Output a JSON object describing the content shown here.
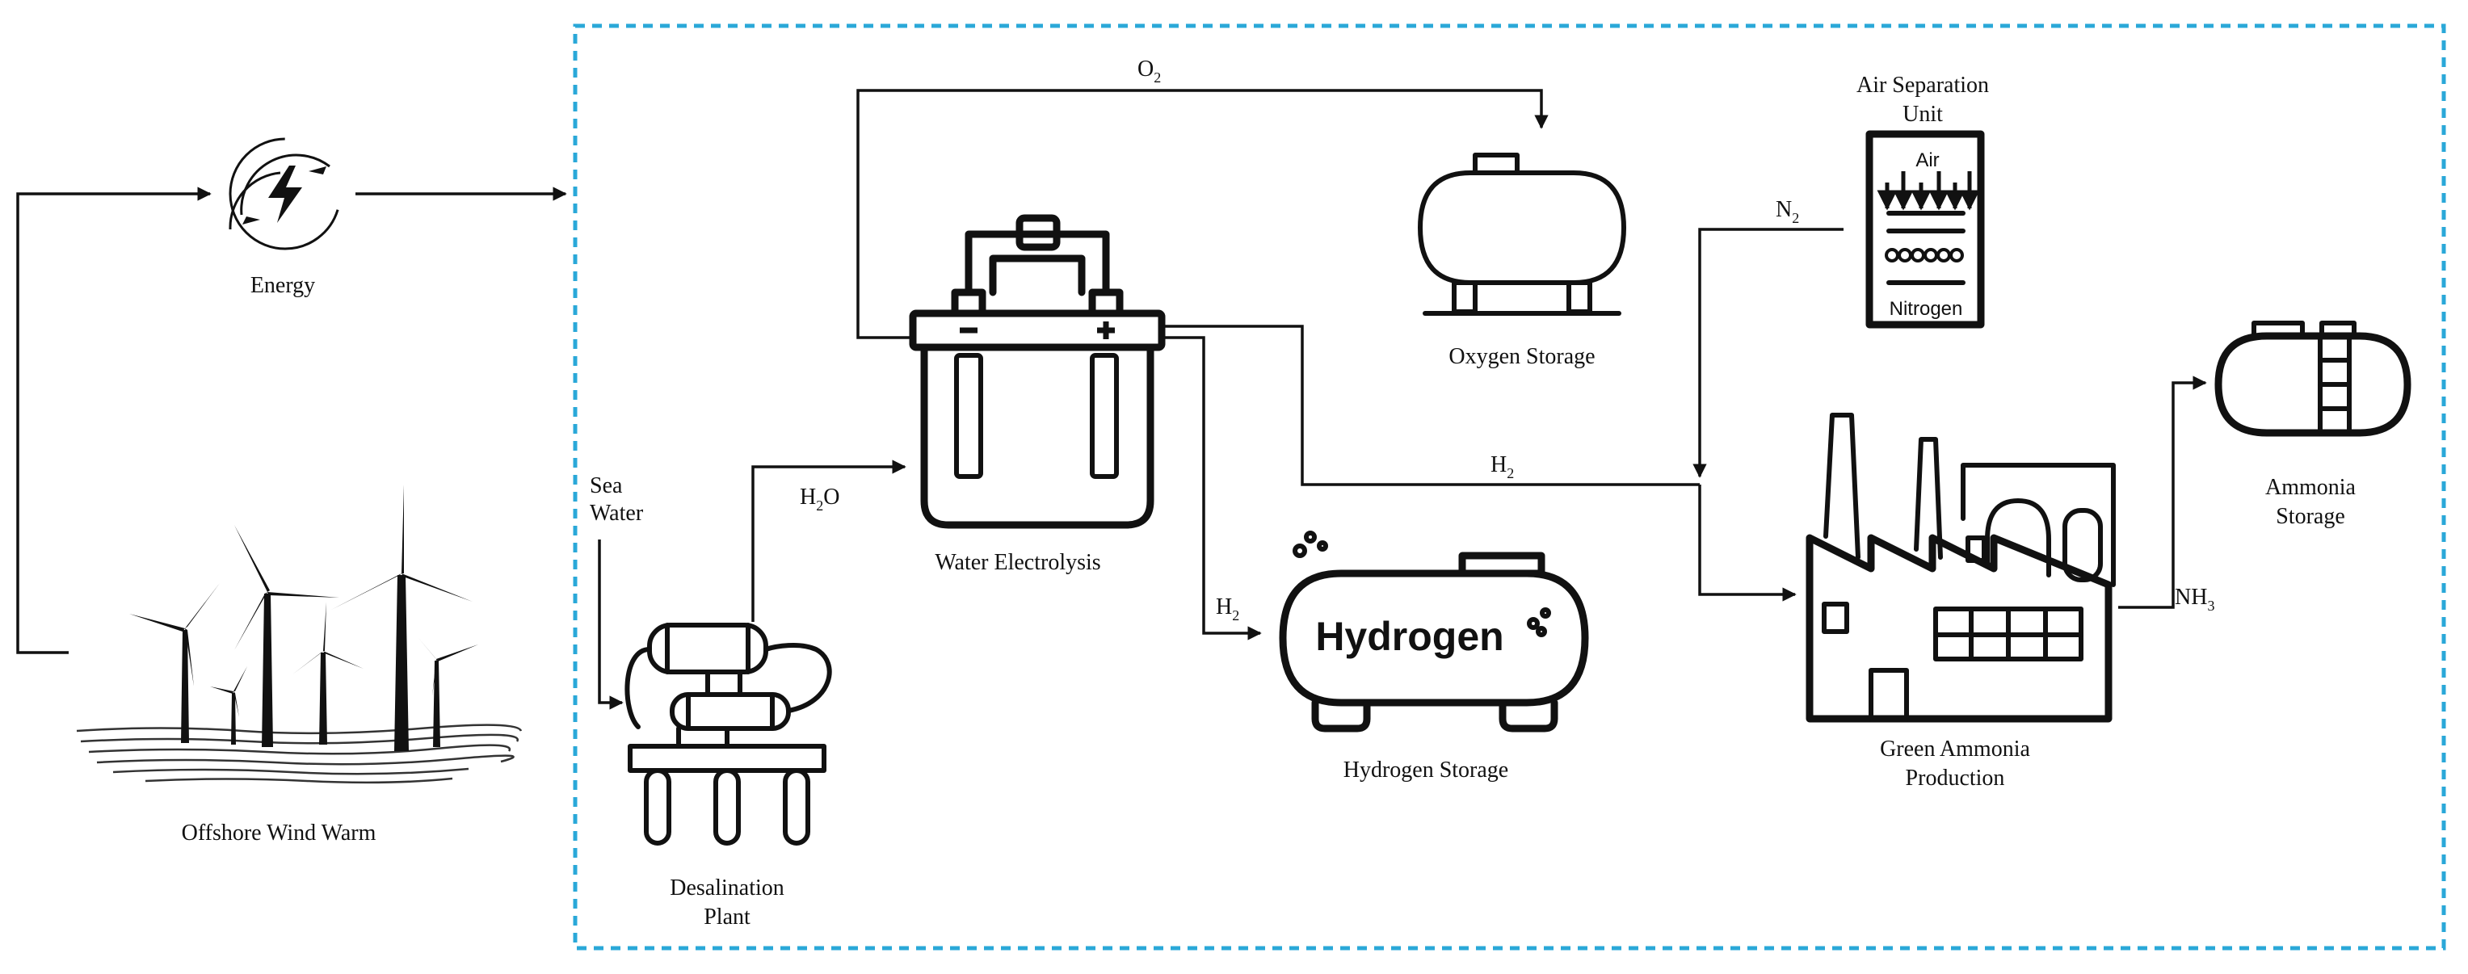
{
  "nodes": {
    "energy": "Energy",
    "wind_farm": "Offshore Wind Warm",
    "sea_water_line1": "Sea",
    "sea_water_line2": "Water",
    "desal_line1": "Desalination",
    "desal_line2": "Plant",
    "electrolysis": "Water Electrolysis",
    "oxygen_storage": "Oxygen Storage",
    "hydrogen_storage": "Hydrogen Storage",
    "hydrogen_tank_text": "Hydrogen",
    "asu_line1": "Air Separation",
    "asu_line2": "Unit",
    "asu_air": "Air",
    "asu_nitrogen": "Nitrogen",
    "ammonia_prod_line1": "Green Ammonia",
    "ammonia_prod_line2": "Production",
    "ammonia_storage_line1": "Ammonia",
    "ammonia_storage_line2": "Storage"
  },
  "flows": {
    "h2o": {
      "base": "H",
      "sub": "2",
      "tail": "O"
    },
    "o2": {
      "base": "O",
      "sub": "2",
      "tail": ""
    },
    "h2_main": {
      "base": "H",
      "sub": "2",
      "tail": ""
    },
    "h2_storage": {
      "base": "H",
      "sub": "2",
      "tail": ""
    },
    "n2": {
      "base": "N",
      "sub": "2",
      "tail": ""
    },
    "nh3": {
      "base": "NH",
      "sub": "3",
      "tail": ""
    }
  },
  "colors": {
    "ink": "#111111",
    "boundary": "#2aa8d8"
  }
}
